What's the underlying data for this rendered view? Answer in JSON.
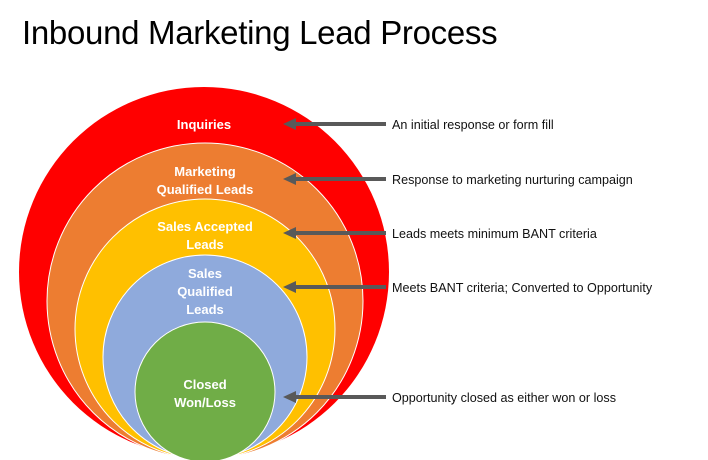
{
  "title": "Inbound Marketing Lead Process",
  "stages": [
    {
      "label_lines": [
        "Inquiries"
      ],
      "description": "An initial response or form fill",
      "color": "#ff0000"
    },
    {
      "label_lines": [
        "Marketing",
        "Qualified Leads"
      ],
      "description": "Response to marketing nurturing campaign",
      "color": "#ed7d31"
    },
    {
      "label_lines": [
        "Sales Accepted",
        "Leads"
      ],
      "description": "Leads meets minimum BANT criteria",
      "color": "#ffc000"
    },
    {
      "label_lines": [
        "Sales",
        "Qualified",
        "Leads"
      ],
      "description": "Meets BANT criteria; Converted to Opportunity",
      "color": "#8faadc"
    },
    {
      "label_lines": [
        "Closed",
        "Won/Loss"
      ],
      "description": "Opportunity closed as either won or loss",
      "color": "#70ad47"
    }
  ],
  "arrow_color": "#595959"
}
